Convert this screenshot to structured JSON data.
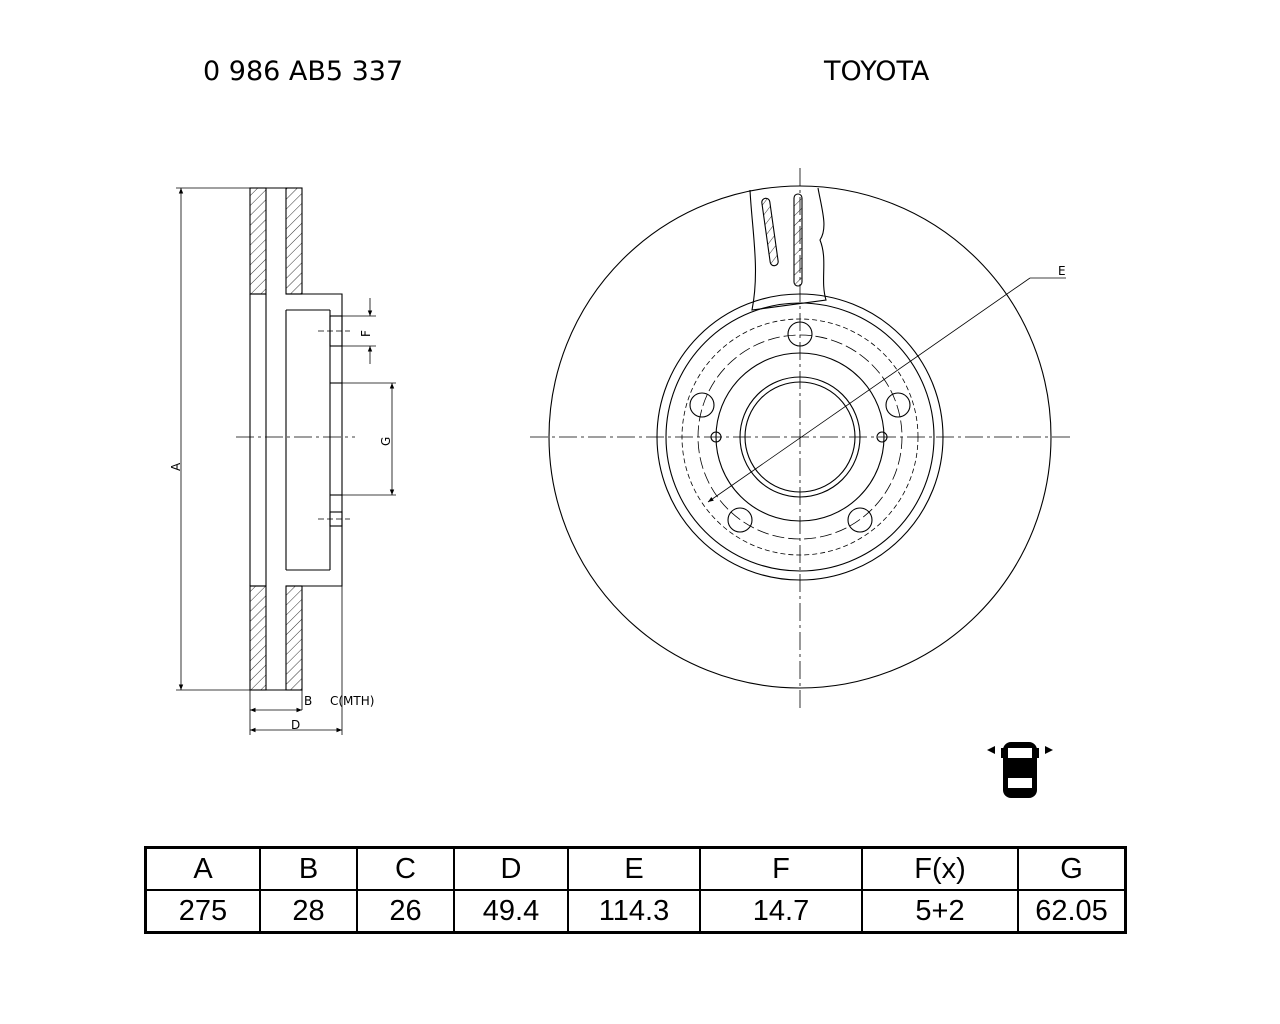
{
  "header": {
    "part_number": "0 986 AB5 337",
    "brand": "TOYOTA"
  },
  "drawing": {
    "dim_labels": {
      "A": "A",
      "B": "B",
      "C": "C(MTH)",
      "D": "D",
      "E": "E",
      "F": "F",
      "G": "G"
    }
  },
  "icons": {
    "vehicle_axle": "car-front-axle-icon"
  },
  "table": {
    "headers": [
      "A",
      "B",
      "C",
      "D",
      "E",
      "F",
      "F(x)",
      "G"
    ],
    "values": [
      "275",
      "28",
      "26",
      "49.4",
      "114.3",
      "14.7",
      "5+2",
      "62.05"
    ]
  }
}
